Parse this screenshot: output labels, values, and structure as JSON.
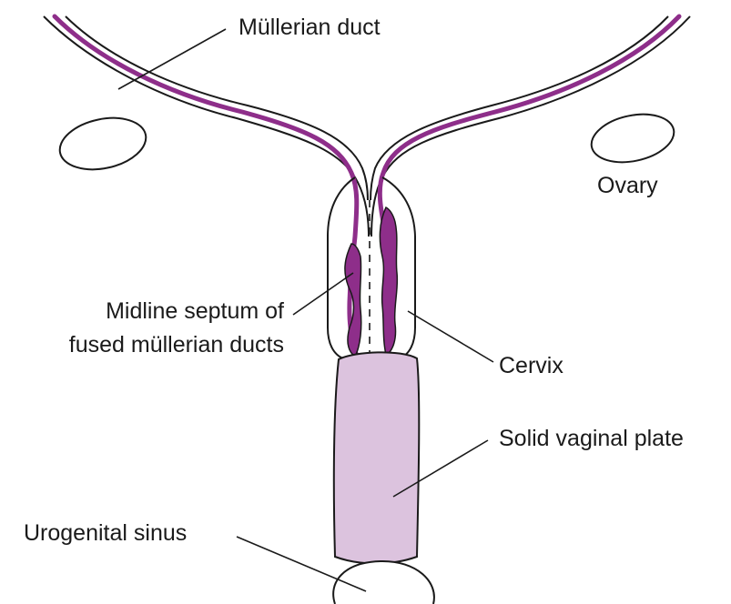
{
  "labels": {
    "mullerian_duct": "Müllerian duct",
    "ovary": "Ovary",
    "midline_septum_line1": "Midline septum of",
    "midline_septum_line2": "fused müllerian ducts",
    "cervix": "Cervix",
    "solid_vaginal_plate": "Solid vaginal plate",
    "urogenital_sinus": "Urogenital sinus"
  },
  "colors": {
    "duct_lumen": "#8e2e8a",
    "vaginal_plate": "#dcc3de",
    "outline": "#1a1a1a",
    "background": "#ffffff"
  }
}
